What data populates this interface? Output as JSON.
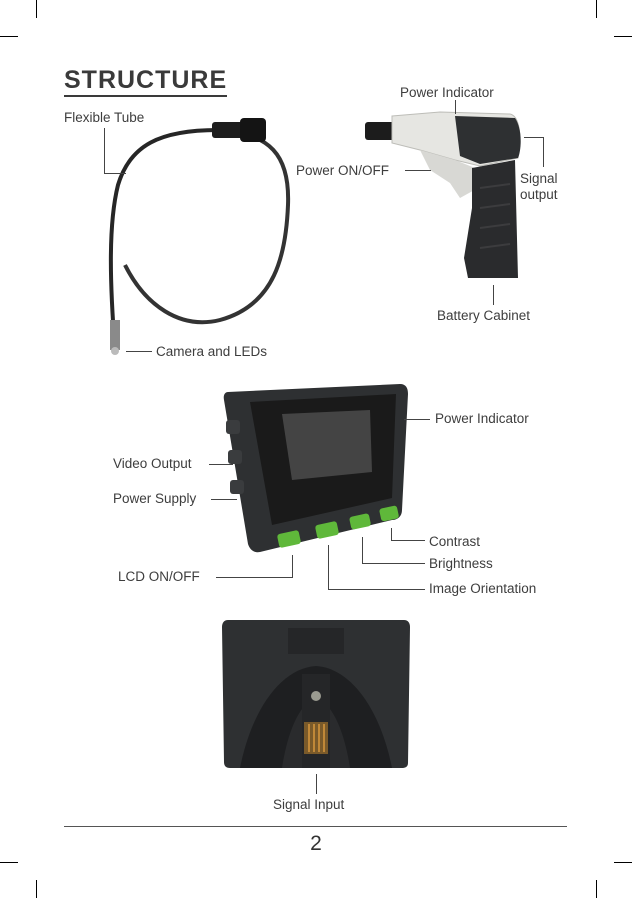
{
  "page": {
    "title": "STRUCTURE",
    "page_number": "2"
  },
  "probe": {
    "flexible_tube": "Flexible Tube",
    "camera_leds": "Camera and LEDs"
  },
  "handle": {
    "power_indicator": "Power Indicator",
    "power_onoff": "Power ON/OFF",
    "signal_output_line1": "Signal",
    "signal_output_line2": "output",
    "battery_cabinet": "Battery Cabinet"
  },
  "monitor": {
    "power_indicator": "Power Indicator",
    "video_output": "Video Output",
    "power_supply": "Power Supply",
    "contrast": "Contrast",
    "brightness": "Brightness",
    "lcd_onoff": "LCD ON/OFF",
    "image_orientation": "Image Orientation"
  },
  "monitor_back": {
    "signal_input": "Signal Input"
  },
  "colors": {
    "button_green": "#5fb83a",
    "device_dark": "#2e3032",
    "handle_light": "#e6e6e2"
  }
}
